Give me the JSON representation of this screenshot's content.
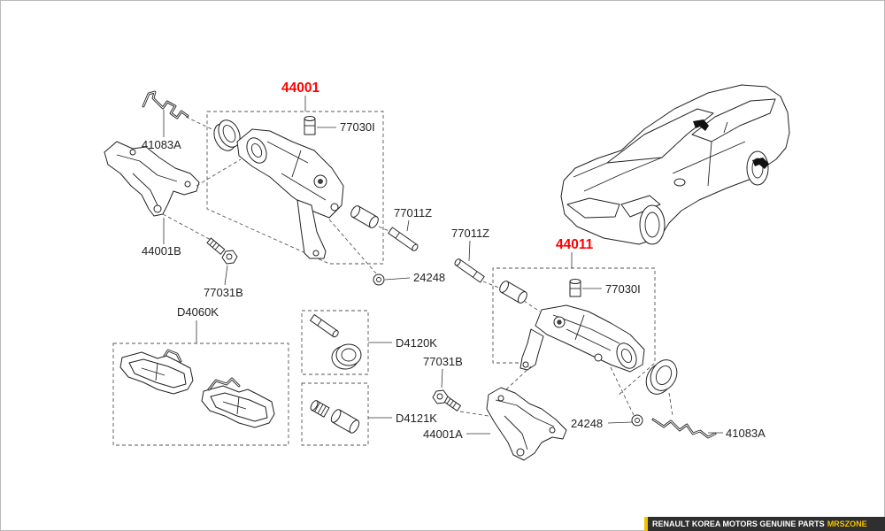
{
  "left_assembly": {
    "assembly_no": "44001",
    "bleeder": "77030I",
    "spring": "41083A",
    "bracket": "44001B",
    "guide_pin": "77011Z",
    "cap": "24248",
    "bolt": "77031B"
  },
  "service_kits": {
    "pad_set": "D4060K",
    "pin_kit": "D4120K",
    "bushing_kit": "D4121K"
  },
  "right_assembly": {
    "assembly_no": "44011",
    "guide_pin": "77011Z",
    "bleeder": "77030I",
    "bolt": "77031B",
    "bracket": "44001A",
    "cap": "24248",
    "spring": "41083A"
  },
  "footer": {
    "brand": "RENAULT KOREA MOTORS GENUINE PARTS",
    "site": "MRSZONE"
  },
  "colors": {
    "assembly_label": "#ff0000",
    "line": "#222222",
    "footer_bg": "#2f2f2f",
    "footer_accent": "#f2c200"
  }
}
